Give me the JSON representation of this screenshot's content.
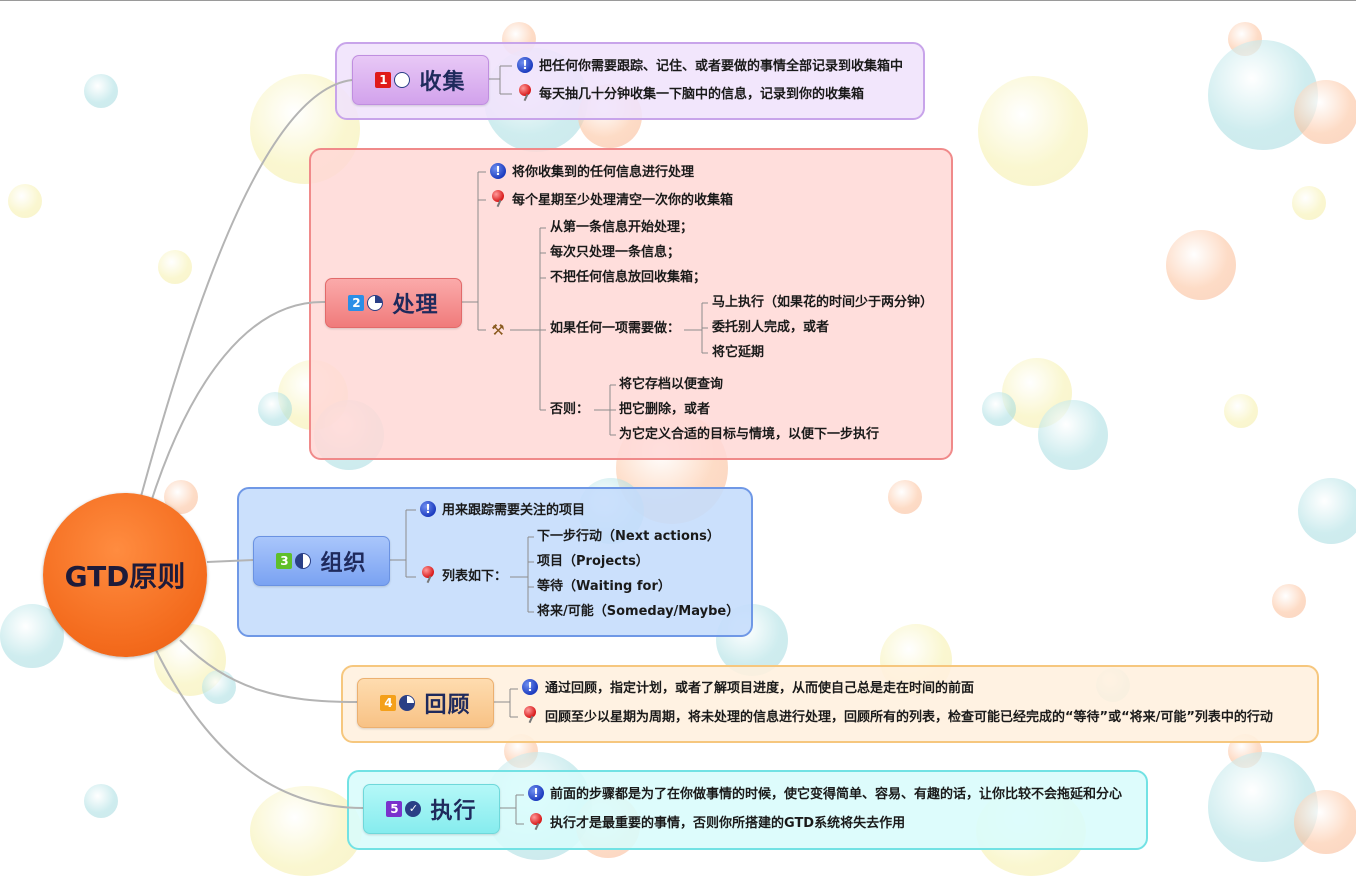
{
  "root": {
    "label": "GTD原则"
  },
  "branches": [
    {
      "num": "1",
      "title": "收集",
      "items": [
        {
          "icon": "exclamation-icon",
          "text": "把任何你需要跟踪、记住、或者要做的事情全部记录到收集箱中"
        },
        {
          "icon": "pin-icon",
          "text": "每天抽几十分钟收集一下脑中的信息，记录到你的收集箱"
        }
      ]
    },
    {
      "num": "2",
      "title": "处理",
      "items": [
        {
          "icon": "exclamation-icon",
          "text": "将你收集到的任何信息进行处理"
        },
        {
          "icon": "pin-icon",
          "text": "每个星期至少处理清空一次你的收集箱"
        }
      ],
      "gavel_icon": "gavel-icon",
      "steps": [
        "从第一条信息开始处理；",
        "每次只处理一条信息；",
        "不把任何信息放回收集箱；"
      ],
      "if_needed": {
        "label": "如果任何一项需要做：",
        "options": [
          "马上执行（如果花的时间少于两分钟）",
          "委托别人完成，或者",
          "将它延期"
        ]
      },
      "otherwise": {
        "label": "否则：",
        "options": [
          "将它存档以便查询",
          "把它删除，或者",
          "为它定义合适的目标与情境，以便下一步执行"
        ]
      }
    },
    {
      "num": "3",
      "title": "组织",
      "items": [
        {
          "icon": "exclamation-icon",
          "text": "用来跟踪需要关注的项目"
        },
        {
          "icon": "pin-icon",
          "text": "列表如下："
        }
      ],
      "lists": [
        "下一步行动（Next actions）",
        "项目（Projects）",
        "等待（Waiting for）",
        "将来/可能（Someday/Maybe）"
      ]
    },
    {
      "num": "4",
      "title": "回顾",
      "items": [
        {
          "icon": "exclamation-icon",
          "text": "通过回顾，指定计划，或者了解项目进度，从而使自己总是走在时间的前面"
        },
        {
          "icon": "pin-icon",
          "text": "回顾至少以星期为周期，将未处理的信息进行处理，回顾所有的列表，检查可能已经完成的“等待”或“将来/可能”列表中的行动"
        }
      ]
    },
    {
      "num": "5",
      "title": "执行",
      "items": [
        {
          "icon": "exclamation-icon",
          "text": "前面的步骤都是为了在你做事情的时候，使它变得简单、容易、有趣的话，让你比较不会拖延和分心"
        },
        {
          "icon": "pin-icon",
          "text": "执行才是最重要的事情，否则你所搭建的GTD系统将失去作用"
        }
      ]
    }
  ],
  "colors": {
    "root": "#f36a1c",
    "branch1": "#d2a2ec",
    "branch2": "#f07b7b",
    "branch3": "#7aa2f2",
    "branch4": "#f8c285",
    "branch5": "#86ecee"
  }
}
